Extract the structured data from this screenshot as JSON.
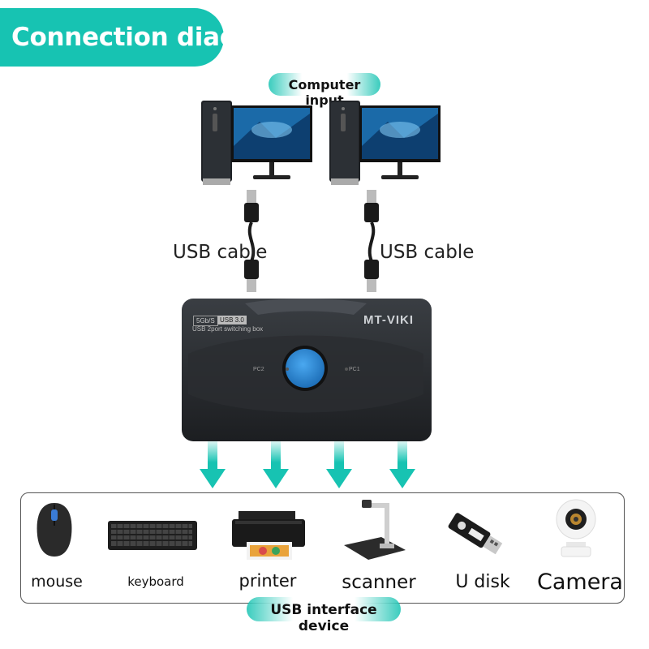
{
  "title": "Connection diagram",
  "computer_input_label": "Computer input",
  "cable_label_left": "USB cable",
  "cable_label_right": "USB cable",
  "switch_box": {
    "brand": "MT-VIKI",
    "speed_badge": "5Gb/S",
    "usb_badge": "USB 3.0",
    "subtitle": "USB 2port switching box",
    "pc2_label": "PC2",
    "pc1_label": "PC1"
  },
  "devices": [
    {
      "label": "mouse",
      "icon": "mouse-icon"
    },
    {
      "label": "keyboard",
      "icon": "keyboard-icon"
    },
    {
      "label": "printer",
      "icon": "printer-icon"
    },
    {
      "label": "scanner",
      "icon": "scanner-icon"
    },
    {
      "label": "U disk",
      "icon": "usb-drive-icon"
    },
    {
      "label": "Camera",
      "icon": "camera-icon"
    }
  ],
  "device_group_label": "USB interface device",
  "colors": {
    "accent": "#17c3b2",
    "button": "#2f8fdc",
    "box": "#2a2d31"
  }
}
